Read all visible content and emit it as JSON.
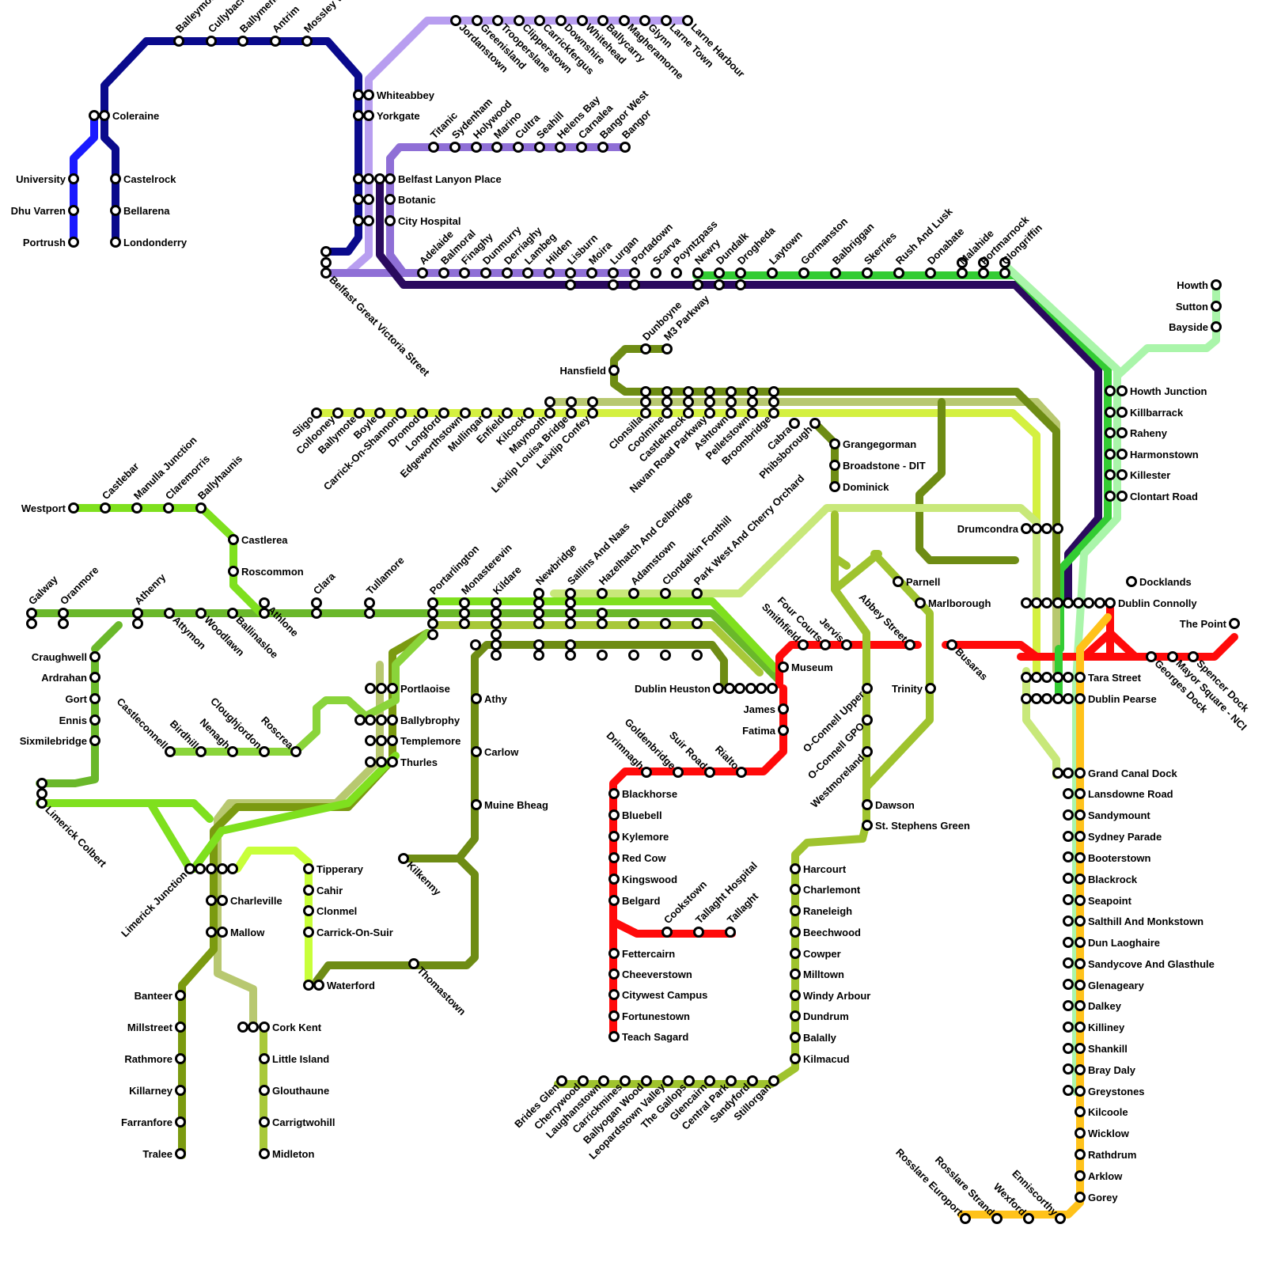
{
  "colors": {
    "ni_coleraine": "#1a1aff",
    "ni_derry": "#0a0a8c",
    "ni_larne": "#b89ef0",
    "ni_bangor": "#8f6fd6",
    "enterprise": "#2a0a5e",
    "enterprise_green": "#33cc33",
    "dart_light": "#aaf5aa",
    "green_bright": "#7fe01e",
    "green_mid": "#6ab82a",
    "green_olive": "#6e8c14",
    "green_dark": "#5e7a10",
    "green_pale": "#c8e87a",
    "green_khaki": "#b8c870",
    "green_yellow": "#d4f040",
    "green_lime": "#a8c83a",
    "luas_red": "#ff0a0a",
    "luas_green": "#9fc32e",
    "rosslare": "#ffc21a",
    "waterford": "#c8ff3a"
  },
  "stations": [
    {
      "name": "Balleymoney"
    },
    {
      "name": "Cullybackey"
    },
    {
      "name": "Ballymena"
    },
    {
      "name": "Antrim"
    },
    {
      "name": "Mossley West"
    },
    {
      "name": "Coleraine"
    },
    {
      "name": "University"
    },
    {
      "name": "Dhu Varren"
    },
    {
      "name": "Portrush"
    },
    {
      "name": "Castelrock"
    },
    {
      "name": "Bellarena"
    },
    {
      "name": "Londonderry"
    },
    {
      "name": "Whiteabbey"
    },
    {
      "name": "Yorkgate"
    },
    {
      "name": "Jordanstown"
    },
    {
      "name": "Greenisland"
    },
    {
      "name": "Trooperslane"
    },
    {
      "name": "Clipperstown"
    },
    {
      "name": "Carrickfergus"
    },
    {
      "name": "Downshire"
    },
    {
      "name": "Whitehead"
    },
    {
      "name": "Ballycarry"
    },
    {
      "name": "Magheramorne"
    },
    {
      "name": "Glynn"
    },
    {
      "name": "Larne Town"
    },
    {
      "name": "Larne Harbour"
    },
    {
      "name": "Titanic"
    },
    {
      "name": "Sydenham"
    },
    {
      "name": "Holywood"
    },
    {
      "name": "Marino"
    },
    {
      "name": "Cultra"
    },
    {
      "name": "Seahill"
    },
    {
      "name": "Helens Bay"
    },
    {
      "name": "Carnalea"
    },
    {
      "name": "Bangor West"
    },
    {
      "name": "Bangor"
    },
    {
      "name": "Belfast Lanyon Place"
    },
    {
      "name": "Botanic"
    },
    {
      "name": "City Hospital"
    },
    {
      "name": "Belfast Great Victoria Street"
    },
    {
      "name": "Adelaide"
    },
    {
      "name": "Balmoral"
    },
    {
      "name": "Finaghy"
    },
    {
      "name": "Dunmurry"
    },
    {
      "name": "Derriaghy"
    },
    {
      "name": "Lambeg"
    },
    {
      "name": "Hilden"
    },
    {
      "name": "Lisburn"
    },
    {
      "name": "Moira"
    },
    {
      "name": "Lurgan"
    },
    {
      "name": "Portadown"
    },
    {
      "name": "Scarva"
    },
    {
      "name": "Poyntzpass"
    },
    {
      "name": "Newry"
    },
    {
      "name": "Dundalk"
    },
    {
      "name": "Drogheda"
    },
    {
      "name": "Laytown"
    },
    {
      "name": "Gormanston"
    },
    {
      "name": "Balbriggan"
    },
    {
      "name": "Skerries"
    },
    {
      "name": "Rush And Lusk"
    },
    {
      "name": "Donabate"
    },
    {
      "name": "Malahide"
    },
    {
      "name": "Portmarnock"
    },
    {
      "name": "Clongriffin"
    },
    {
      "name": "Howth"
    },
    {
      "name": "Sutton"
    },
    {
      "name": "Bayside"
    },
    {
      "name": "Howth Junction"
    },
    {
      "name": "Killbarrack"
    },
    {
      "name": "Raheny"
    },
    {
      "name": "Harmonstown"
    },
    {
      "name": "Killester"
    },
    {
      "name": "Clontart Road"
    },
    {
      "name": "Dunboyne"
    },
    {
      "name": "M3 Parkway"
    },
    {
      "name": "Hansfield"
    },
    {
      "name": "Sligo"
    },
    {
      "name": "Collooney"
    },
    {
      "name": "Ballymote"
    },
    {
      "name": "Boyle"
    },
    {
      "name": "Carrick-On-Shannon"
    },
    {
      "name": "Dromod"
    },
    {
      "name": "Longford"
    },
    {
      "name": "Edgeworthstown"
    },
    {
      "name": "Mullingar"
    },
    {
      "name": "Enfield"
    },
    {
      "name": "Kilcock"
    },
    {
      "name": "Maynooth"
    },
    {
      "name": "Leixlip Louisa Bridge"
    },
    {
      "name": "Leixlip Confey"
    },
    {
      "name": "Clonsilla"
    },
    {
      "name": "Coolmine"
    },
    {
      "name": "Castleknock"
    },
    {
      "name": "Navan Road Parkway"
    },
    {
      "name": "Ashtown"
    },
    {
      "name": "Pelletstown"
    },
    {
      "name": "Broombridge"
    },
    {
      "name": "Cabra"
    },
    {
      "name": "Phibsborough"
    },
    {
      "name": "Grangegorman"
    },
    {
      "name": "Broadstone - DIT"
    },
    {
      "name": "Dominick"
    },
    {
      "name": "Drumcondra"
    },
    {
      "name": "Docklands"
    },
    {
      "name": "Dublin Connolly"
    },
    {
      "name": "Westport"
    },
    {
      "name": "Castlebar"
    },
    {
      "name": "Manulla Junction"
    },
    {
      "name": "Claremorris"
    },
    {
      "name": "Ballyhaunis"
    },
    {
      "name": "Castlerea"
    },
    {
      "name": "Roscommon"
    },
    {
      "name": "Galway"
    },
    {
      "name": "Oranmore"
    },
    {
      "name": "Athenry"
    },
    {
      "name": "Attymon"
    },
    {
      "name": "Woodlawn"
    },
    {
      "name": "Ballinasloe"
    },
    {
      "name": "Athlone"
    },
    {
      "name": "Clara"
    },
    {
      "name": "Tullamore"
    },
    {
      "name": "Portarlington"
    },
    {
      "name": "Monasterevin"
    },
    {
      "name": "Kildare"
    },
    {
      "name": "Newbridge"
    },
    {
      "name": "Sallins And Naas"
    },
    {
      "name": "Hazelhatch And Celbridge"
    },
    {
      "name": "Adamstown"
    },
    {
      "name": "Clondalkin Fonthill"
    },
    {
      "name": "Park West And Cherry Orchard"
    },
    {
      "name": "Parnell"
    },
    {
      "name": "Marlborough"
    },
    {
      "name": "Abbey Street"
    },
    {
      "name": "Jervis"
    },
    {
      "name": "Four Courts"
    },
    {
      "name": "Smithfield"
    },
    {
      "name": "Busaras"
    },
    {
      "name": "The Point"
    },
    {
      "name": "Spencer Dock"
    },
    {
      "name": "Mayor Square - NCI"
    },
    {
      "name": "Georges Dock"
    },
    {
      "name": "Craughwell"
    },
    {
      "name": "Ardrahan"
    },
    {
      "name": "Gort"
    },
    {
      "name": "Ennis"
    },
    {
      "name": "Sixmilebridge"
    },
    {
      "name": "Limerick Colbert"
    },
    {
      "name": "Castleconnell"
    },
    {
      "name": "Birdhill"
    },
    {
      "name": "Nenagh"
    },
    {
      "name": "Cloughjordon"
    },
    {
      "name": "Roscrea"
    },
    {
      "name": "Portlaoise"
    },
    {
      "name": "Ballybrophy"
    },
    {
      "name": "Templemore"
    },
    {
      "name": "Thurles"
    },
    {
      "name": "Athy"
    },
    {
      "name": "Carlow"
    },
    {
      "name": "Muine Bheag"
    },
    {
      "name": "Kilkenny"
    },
    {
      "name": "Thomastown"
    },
    {
      "name": "Waterford"
    },
    {
      "name": "Tipperary"
    },
    {
      "name": "Cahir"
    },
    {
      "name": "Clonmel"
    },
    {
      "name": "Carrick-On-Suir"
    },
    {
      "name": "Limerick Junction"
    },
    {
      "name": "Charleville"
    },
    {
      "name": "Mallow"
    },
    {
      "name": "Banteer"
    },
    {
      "name": "Millstreet"
    },
    {
      "name": "Rathmore"
    },
    {
      "name": "Killarney"
    },
    {
      "name": "Farranfore"
    },
    {
      "name": "Tralee"
    },
    {
      "name": "Cork Kent"
    },
    {
      "name": "Little Island"
    },
    {
      "name": "Glouthaune"
    },
    {
      "name": "Carrigtwohill"
    },
    {
      "name": "Midleton"
    },
    {
      "name": "Dublin Heuston"
    },
    {
      "name": "Museum"
    },
    {
      "name": "James"
    },
    {
      "name": "Fatima"
    },
    {
      "name": "Rialto"
    },
    {
      "name": "Suir Road"
    },
    {
      "name": "Goldenbridge"
    },
    {
      "name": "Drimnagh"
    },
    {
      "name": "Blackhorse"
    },
    {
      "name": "Bluebell"
    },
    {
      "name": "Kylemore"
    },
    {
      "name": "Red Cow"
    },
    {
      "name": "Kingswood"
    },
    {
      "name": "Belgard"
    },
    {
      "name": "Cookstown"
    },
    {
      "name": "Tallaght Hospital"
    },
    {
      "name": "Tallaght"
    },
    {
      "name": "Fettercairn"
    },
    {
      "name": "Cheeverstown"
    },
    {
      "name": "Citywest Campus"
    },
    {
      "name": "Fortunestown"
    },
    {
      "name": "Teach Sagard"
    },
    {
      "name": "Trinity"
    },
    {
      "name": "O-Connell Upper"
    },
    {
      "name": "O-Connell GPO"
    },
    {
      "name": "Westmoreland"
    },
    {
      "name": "Dawson"
    },
    {
      "name": "St. Stephens Green"
    },
    {
      "name": "Harcourt"
    },
    {
      "name": "Charlemont"
    },
    {
      "name": "Raneleigh"
    },
    {
      "name": "Beechwood"
    },
    {
      "name": "Cowper"
    },
    {
      "name": "Milltown"
    },
    {
      "name": "Windy Arbour"
    },
    {
      "name": "Dundrum"
    },
    {
      "name": "Balally"
    },
    {
      "name": "Kilmacud"
    },
    {
      "name": "Stillorgan"
    },
    {
      "name": "Sandyford"
    },
    {
      "name": "Central Park"
    },
    {
      "name": "Glencairn"
    },
    {
      "name": "The Gallops"
    },
    {
      "name": "Leopardstown Valley"
    },
    {
      "name": "Ballyogan Wood"
    },
    {
      "name": "Carrickmines"
    },
    {
      "name": "Laughanstown"
    },
    {
      "name": "Cherrywood"
    },
    {
      "name": "Brides Glen"
    },
    {
      "name": "Tara Street"
    },
    {
      "name": "Dublin Pearse"
    },
    {
      "name": "Grand Canal Dock"
    },
    {
      "name": "Lansdowne Road"
    },
    {
      "name": "Sandymount"
    },
    {
      "name": "Sydney Parade"
    },
    {
      "name": "Booterstown"
    },
    {
      "name": "Blackrock"
    },
    {
      "name": "Seapoint"
    },
    {
      "name": "Salthill And Monkstown"
    },
    {
      "name": "Dun Laoghaire"
    },
    {
      "name": "Sandycove And Glasthule"
    },
    {
      "name": "Glenageary"
    },
    {
      "name": "Dalkey"
    },
    {
      "name": "Killiney"
    },
    {
      "name": "Shankill"
    },
    {
      "name": "Bray Daly"
    },
    {
      "name": "Greystones"
    },
    {
      "name": "Kilcoole"
    },
    {
      "name": "Wicklow"
    },
    {
      "name": "Rathdrum"
    },
    {
      "name": "Arklow"
    },
    {
      "name": "Gorey"
    },
    {
      "name": "Enniscorthy"
    },
    {
      "name": "Wexford"
    },
    {
      "name": "Rosslare Strand"
    },
    {
      "name": "Rosslare Europort"
    }
  ]
}
